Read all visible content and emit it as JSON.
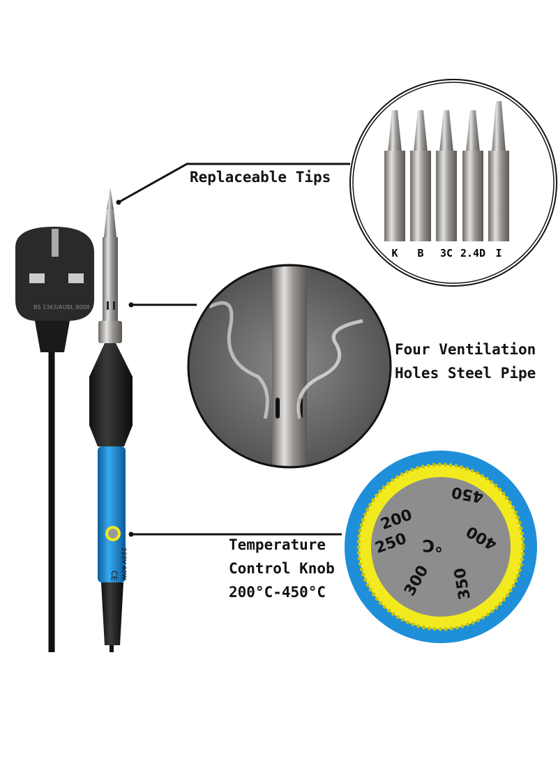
{
  "callouts": {
    "tips": {
      "label": "Replaceable Tips"
    },
    "pipe": {
      "line1": "Four Ventilation",
      "line2": "Holes Steel Pipe"
    },
    "knob": {
      "line1": "Temperature",
      "line2": "Control Knob",
      "line3": "200°C-450°C"
    }
  },
  "tips": [
    "K",
    "B",
    "3C",
    "2.4D",
    "I"
  ],
  "knob_dial": {
    "marks": [
      "200",
      "250",
      "300",
      "350",
      "400",
      "450"
    ],
    "unit": "°C"
  },
  "handle": {
    "rating": "220V 60W",
    "cert": "CE"
  },
  "plug": {
    "left_mark": "BS 1363/A",
    "right_mark": "UBL 8008"
  },
  "colors": {
    "handle_blue": "#1e8fd8",
    "knob_yellow": "#f2ea1e",
    "dial_gray": "#8d8d8d"
  }
}
